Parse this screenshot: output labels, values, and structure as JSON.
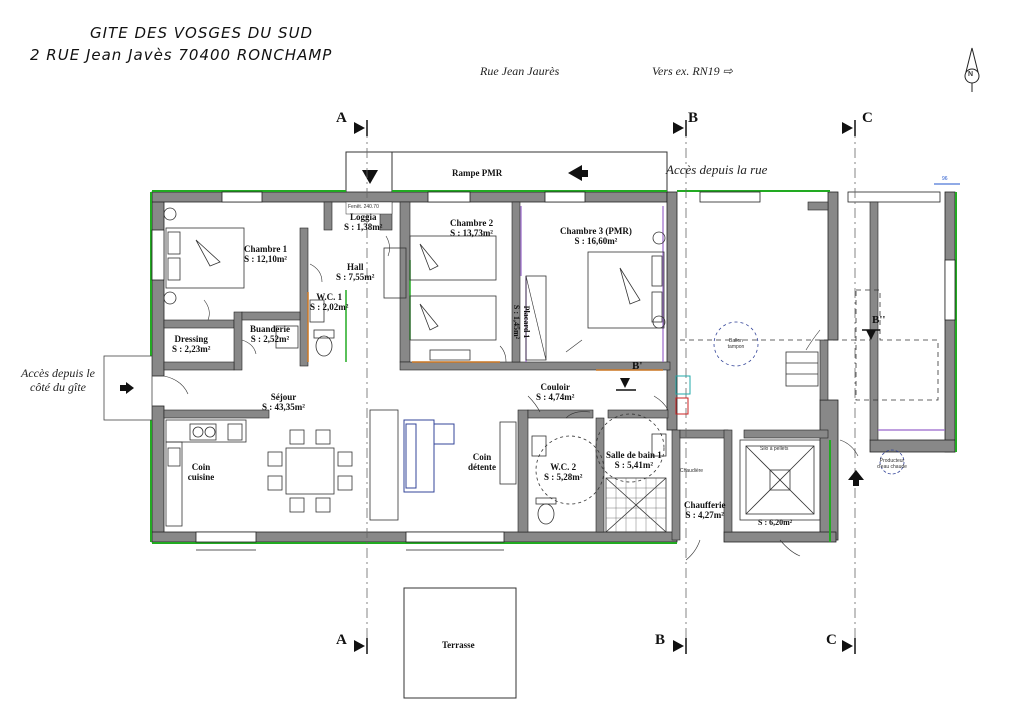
{
  "header": {
    "title": "GITE DES VOSGES DU SUD",
    "address": "2 RUE Jean Javès 70400 RONCHAMP"
  },
  "street": {
    "name": "Rue Jean Jaurès",
    "direction": "Vers ex. RN19 ⇨",
    "access_street": "Accès depuis la rue",
    "access_side": "Accès depuis le côté du gîte"
  },
  "north_label": "N",
  "sections": {
    "a": "A",
    "b": "B",
    "c": "C",
    "b_prime": "B'",
    "b_second": "B''"
  },
  "ramp_label": "Rampe PMR",
  "terrace_label": "Terrasse",
  "rooms": {
    "chambre1": {
      "name": "Chambre 1",
      "area": "S : 12,10m²"
    },
    "loggia": {
      "name": "Loggia",
      "area": "S : 1,38m²"
    },
    "chambre2": {
      "name": "Chambre 2",
      "area": "S : 13,73m²"
    },
    "chambre3": {
      "name": "Chambre 3 (PMR)",
      "area": "S : 16,60m²"
    },
    "hall": {
      "name": "Hall",
      "area": "S : 7,55m²"
    },
    "wc1": {
      "name": "W.C. 1",
      "area": "S : 2,02m²"
    },
    "dressing": {
      "name": "Dressing",
      "area": "S : 2,23m²"
    },
    "buanderie": {
      "name": "Buanderie",
      "area": "S : 2,52m²"
    },
    "placard": {
      "name": "Placard 1",
      "area": "S : 1,45m²"
    },
    "sejour": {
      "name": "Séjour",
      "area": "S : 43,35m²"
    },
    "couloir": {
      "name": "Couloir",
      "area": "S : 4,74m²"
    },
    "cuisine": {
      "name": "Coin cuisine"
    },
    "detente": {
      "name": "Coin détente"
    },
    "wc2": {
      "name": "W.C. 2",
      "area": "S : 5,28m²"
    },
    "sdb": {
      "name": "Salle de bain 1",
      "area": "S : 5,41m²"
    },
    "chaufferie": {
      "name": "Chaufferie",
      "area": "S : 4,27m²"
    },
    "silo": {
      "name": "Silo à pellets",
      "area": "S : 6,20m²"
    }
  },
  "equipment": {
    "ballon": "Ballon tampon",
    "chaudiere": "Chaudière",
    "producteur": "Producteur d'eau chaude",
    "silo_tag": "Silo à pellets",
    "dim_top": "96",
    "dim_loggia": "Fenêt. 240.70"
  }
}
